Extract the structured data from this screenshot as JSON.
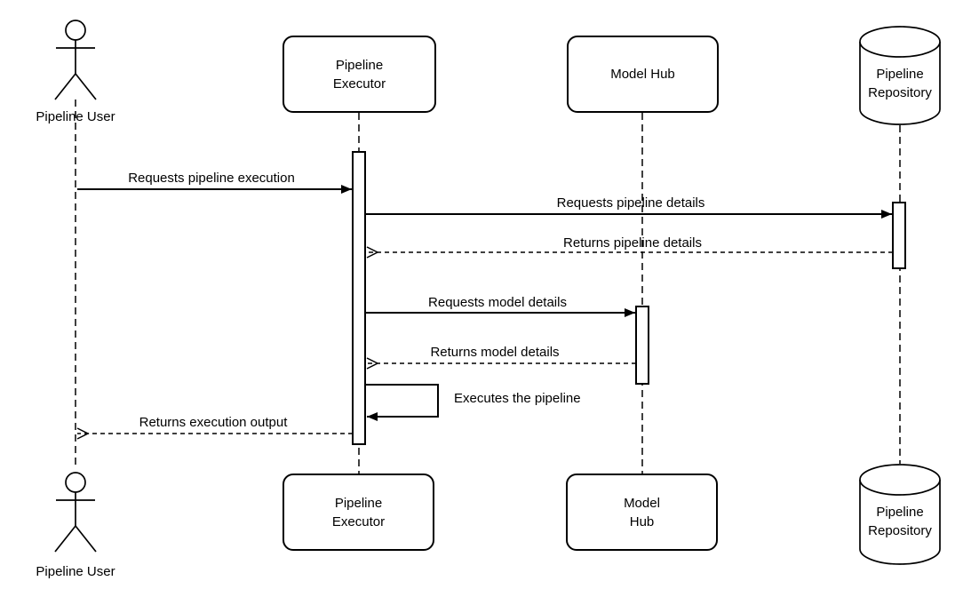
{
  "participants": {
    "user": {
      "label": "Pipeline User",
      "type": "actor"
    },
    "executor": {
      "line1": "Pipeline",
      "line2": "Executor",
      "type": "rounded-box"
    },
    "hub": {
      "label": "Model Hub",
      "line1": "Model",
      "line2": "Hub",
      "type": "rounded-box"
    },
    "repository": {
      "line1": "Pipeline",
      "line2": "Repository",
      "type": "database-cylinder"
    }
  },
  "messages": {
    "request_execution": {
      "label": "Requests pipeline execution",
      "kind": "solid-arrow"
    },
    "request_pipeline_details": {
      "label": "Requests pipeline details",
      "kind": "solid-arrow"
    },
    "return_pipeline_details": {
      "label": "Returns pipeline details",
      "kind": "dashed-return"
    },
    "request_model_details": {
      "label": "Requests model details",
      "kind": "solid-arrow"
    },
    "return_model_details": {
      "label": "Returns model details",
      "kind": "dashed-return"
    },
    "execute_pipeline": {
      "label": "Executes the pipeline",
      "kind": "self-message"
    },
    "return_execution_output": {
      "label": "Returns execution output",
      "kind": "dashed-return"
    }
  },
  "colors": {
    "stroke": "#000000",
    "fill": "#ffffff",
    "text": "#000000"
  }
}
